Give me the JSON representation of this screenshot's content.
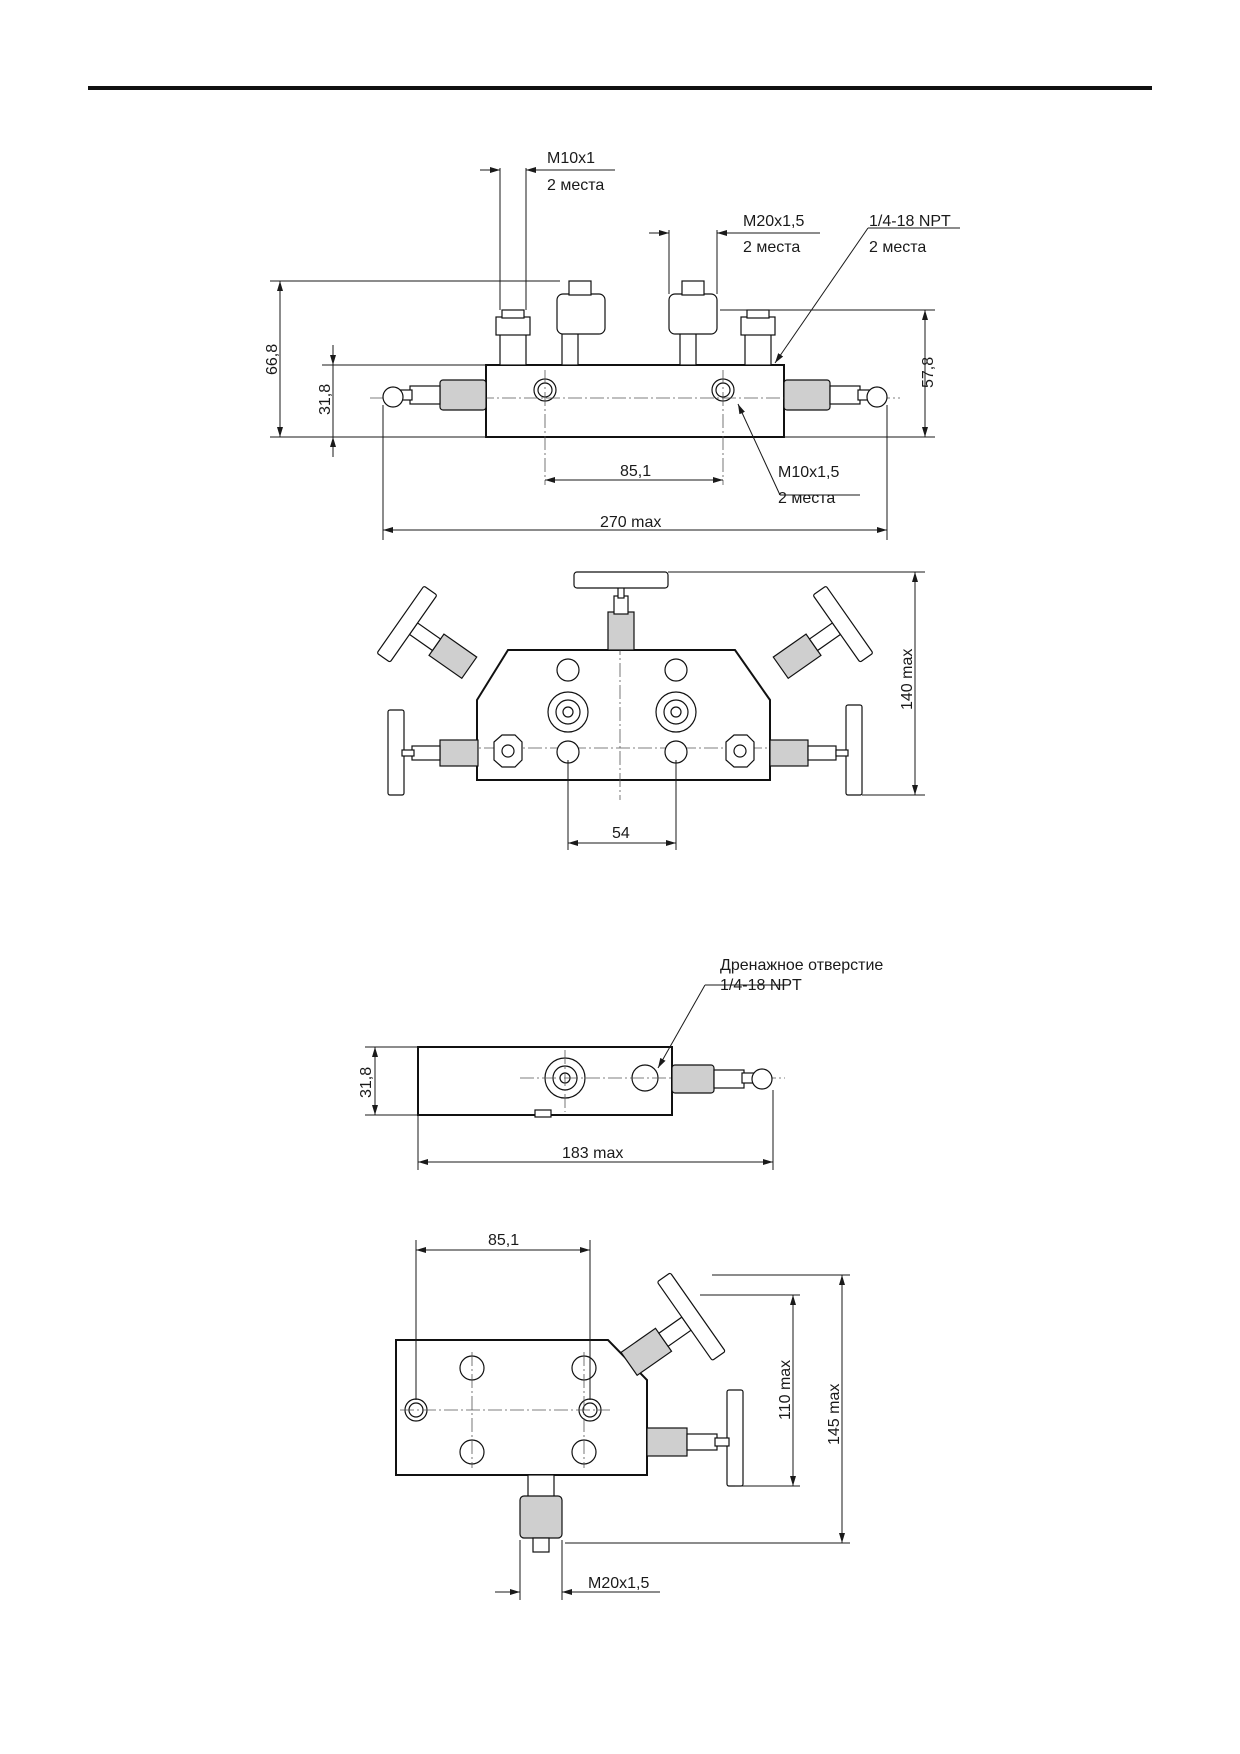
{
  "dimensions": {
    "thread_m10x1": "M10x1",
    "places_2a": "2 места",
    "thread_m20x15": "M20x1,5",
    "places_2b": "2 места",
    "thread_npt": "1/4-18 NPT",
    "places_2c": "2 места",
    "thread_m10x15": "M10x1,5",
    "places_2d": "2 места",
    "dim_66_8": "66,8",
    "dim_31_8_front": "31,8",
    "dim_57_8": "57,8",
    "dim_85_1_front": "85,1",
    "dim_270_max": "270 max",
    "dim_140_max": "140 max",
    "dim_54": "54",
    "drain_hole_label": "Дренажное отверстие",
    "drain_hole_thread": "1/4-18 NPT",
    "dim_31_8_side": "31,8",
    "dim_183_max": "183 max",
    "dim_85_1_bottom": "85,1",
    "dim_110_max": "110 max",
    "dim_145_max": "145 max",
    "thread_m20x15_bottom": "M20x1,5"
  }
}
